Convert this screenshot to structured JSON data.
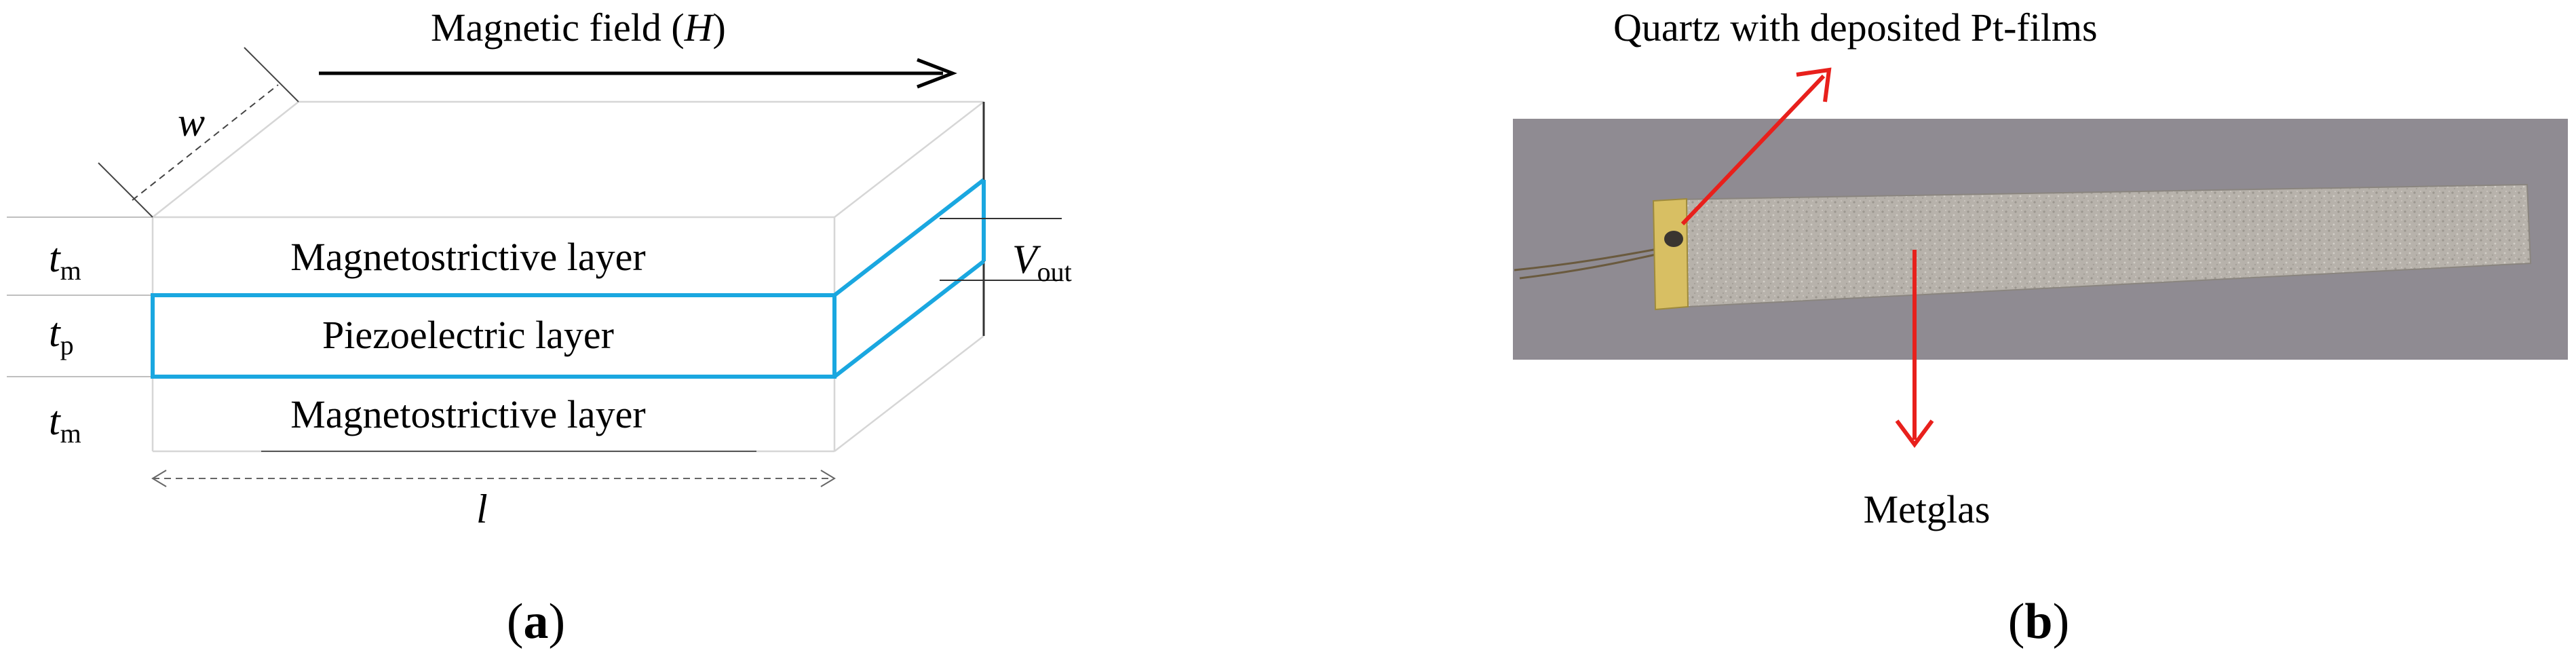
{
  "panel_a": {
    "field_label_text": "Magnetic field (",
    "field_label_var": "H",
    "field_label_close": ")",
    "width_label": "w",
    "length_label": "l",
    "tm_top": {
      "base": "t",
      "sub": "m"
    },
    "tp": {
      "base": "t",
      "sub": "p"
    },
    "tm_bottom": {
      "base": "t",
      "sub": "m"
    },
    "layers": {
      "top": "Magnetostrictive layer",
      "middle": "Piezoelectric layer",
      "bottom": "Magnetostrictive layer"
    },
    "vout": {
      "base": "V",
      "sub": "out"
    },
    "caption_open": "(",
    "caption_letter": "a",
    "caption_close": ")"
  },
  "panel_b": {
    "top_label": "Quartz with deposited  Pt-films",
    "bottom_label": "Metglas",
    "caption_open": "(",
    "caption_letter": "b",
    "caption_close": ")"
  },
  "colors": {
    "piezo_outline": "#1aa7e0",
    "arrow_red": "#e8201c",
    "photo_background": "#8f8b92",
    "metglas": "#b9b4ad",
    "quartz": "#d8bf63"
  },
  "icons": {
    "field_arrow": "arrow-right",
    "label_arrows": "arrow-red"
  }
}
